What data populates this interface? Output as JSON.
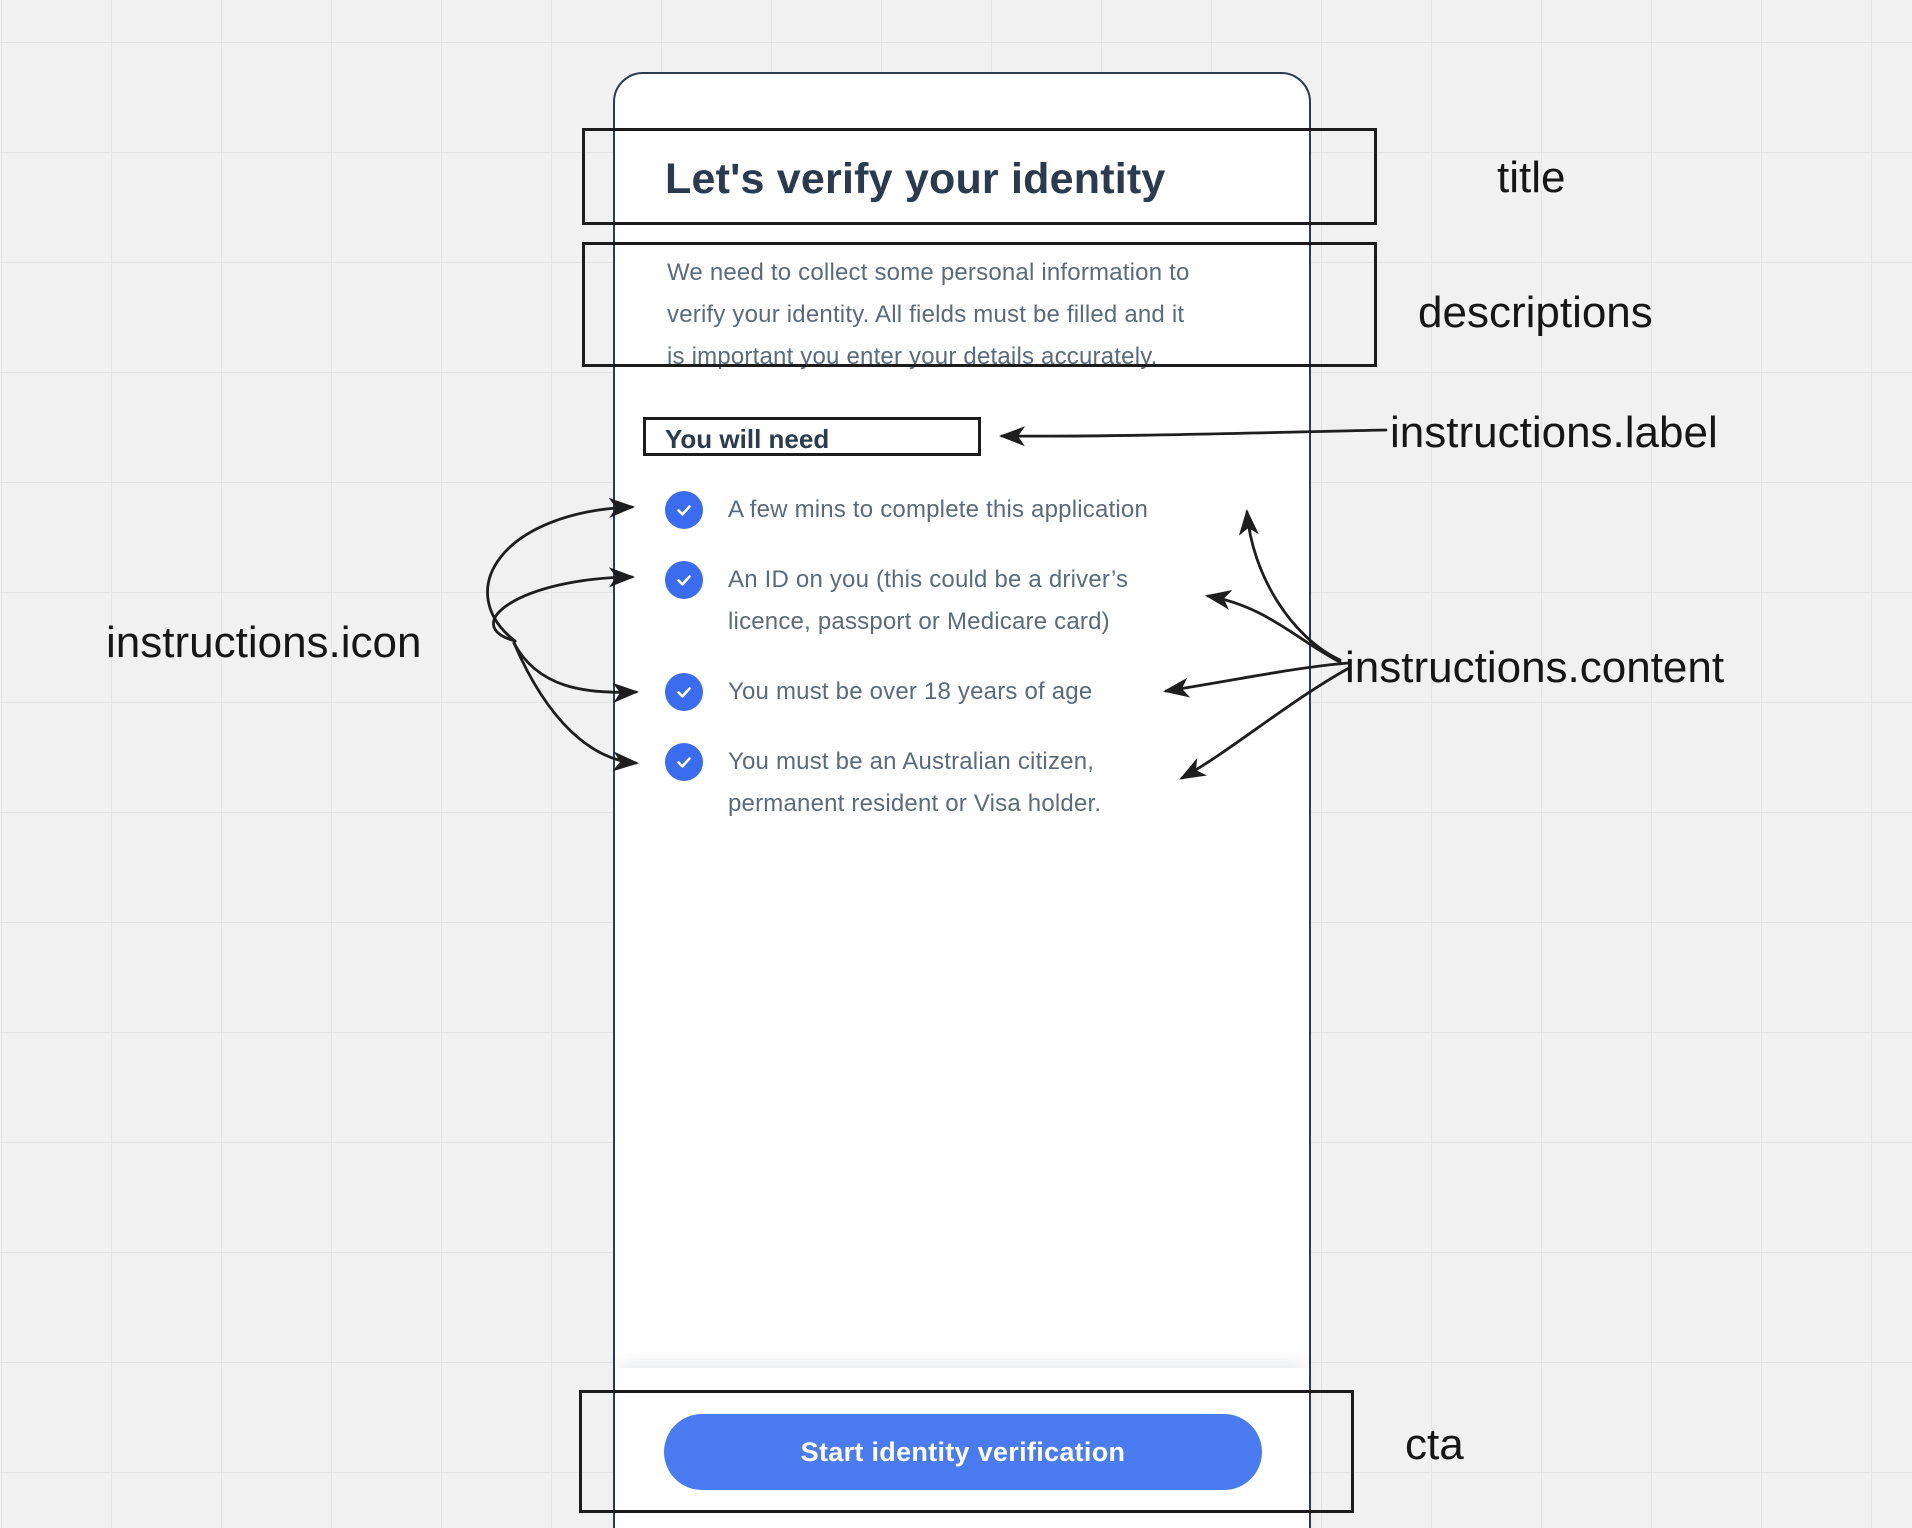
{
  "card": {
    "title": "Let's verify your identity",
    "description_lines": [
      "We need to collect some personal information to",
      "verify your identity. All fields must be filled and it",
      "is important you enter your details accurately."
    ],
    "instructions_label": "You will need",
    "instructions": [
      {
        "icon": "check-icon",
        "lines": [
          "A few mins to complete this application",
          ""
        ]
      },
      {
        "icon": "check-icon",
        "lines": [
          "An ID on you (this could be a driver’s",
          "licence, passport or Medicare card)"
        ]
      },
      {
        "icon": "check-icon",
        "lines": [
          "You must be over 18 years of age",
          ""
        ]
      },
      {
        "icon": "check-icon",
        "lines": [
          "You must be an Australian citizen,",
          "permanent resident or Visa holder."
        ]
      }
    ],
    "cta_label": "Start identity verification"
  },
  "annotations": {
    "title": "title",
    "descriptions": "descriptions",
    "instructions_label": "instructions.label",
    "instructions_icon": "instructions.icon",
    "instructions_content": "instructions.content",
    "cta": "cta"
  },
  "colors": {
    "background": "#f1f1f2",
    "grid_line": "#e4e4e6",
    "card_border": "#2c3c52",
    "title_text": "#2b3a4e",
    "body_text": "#5b6b7b",
    "icon_blue": "#3b6cef",
    "button_blue": "#4b7bf1",
    "annotation_ink": "#1c1c1c"
  }
}
